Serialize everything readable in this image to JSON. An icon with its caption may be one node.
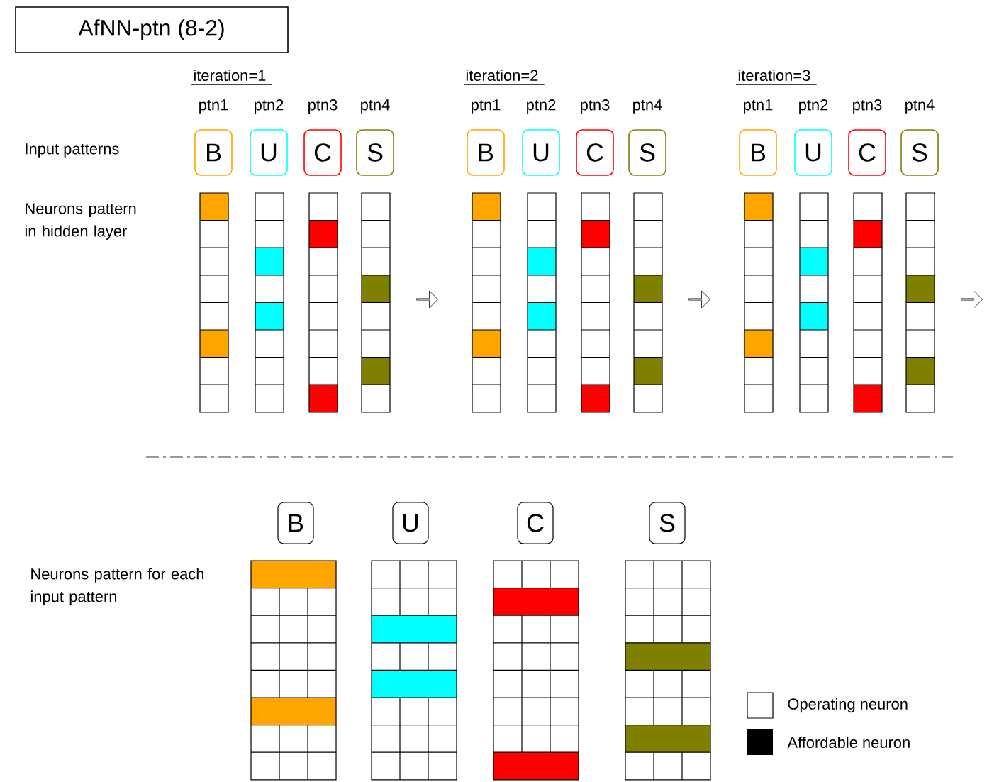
{
  "diagram": {
    "title": "AfNN-ptn (8-2)",
    "nodes": [
      {
        "text": [
          "B"
        ],
        "beside": [
          "ptn1"
        ]
      },
      {
        "text": [
          "U"
        ],
        "beside": [
          "ptn2"
        ]
      },
      {
        "text": [
          "C"
        ],
        "beside": [
          "ptn3"
        ]
      },
      {
        "text": [
          "S"
        ],
        "beside": [
          "ptn4"
        ]
      },
      {
        "text": [
          "B"
        ],
        "beside": [
          "ptn1"
        ]
      },
      {
        "text": [
          "U"
        ],
        "beside": [
          "ptn2"
        ]
      },
      {
        "text": [
          "C"
        ],
        "beside": [
          "ptn3"
        ]
      },
      {
        "text": [
          "S"
        ],
        "beside": [
          "ptn4"
        ]
      },
      {
        "text": [
          "B"
        ],
        "beside": [
          "ptn1"
        ]
      },
      {
        "text": [
          "U"
        ],
        "beside": [
          "ptn2"
        ]
      },
      {
        "text": [
          "C"
        ],
        "beside": [
          "ptn3"
        ]
      },
      {
        "text": [
          "S"
        ],
        "beside": [
          "ptn4"
        ]
      },
      {
        "text": [
          "B"
        ]
      },
      {
        "text": [
          "U"
        ]
      },
      {
        "text": [
          "C"
        ]
      },
      {
        "text": [
          "S"
        ]
      }
    ],
    "labels": [
      "iteration=1",
      "iteration=2",
      "iteration=3",
      "Input patterns",
      "Neurons pattern in hidden layer",
      "Neurons pattern for each input pattern"
    ],
    "legend": [
      {
        "text": "Operating neuron"
      },
      {
        "text": "Affordable neuron",
        "color": "#000000"
      }
    ]
  }
}
